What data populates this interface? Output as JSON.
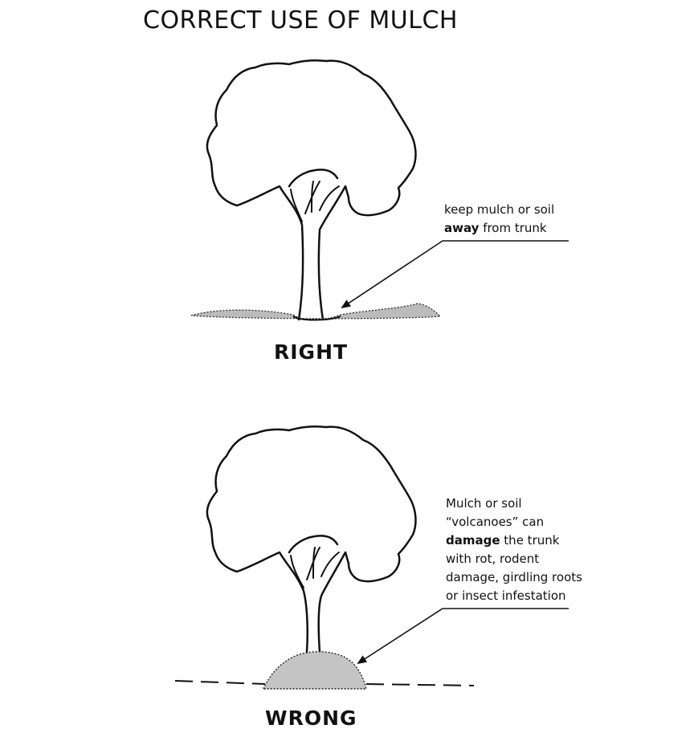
{
  "title": "CORRECT USE OF MULCH",
  "panels": [
    {
      "label": "RIGHT",
      "caption": {
        "line1": "keep mulch or soil",
        "line2_bold": "away",
        "line2_rest": " from trunk"
      }
    },
    {
      "label": "WRONG",
      "caption": {
        "line1": "Mulch or soil",
        "line2": "“volcanoes” can",
        "line3_bold": "damage",
        "line3_rest": " the trunk",
        "line4": "with rot, rodent",
        "line5": "damage, girdling roots",
        "line6": "or insect infestation"
      }
    }
  ]
}
